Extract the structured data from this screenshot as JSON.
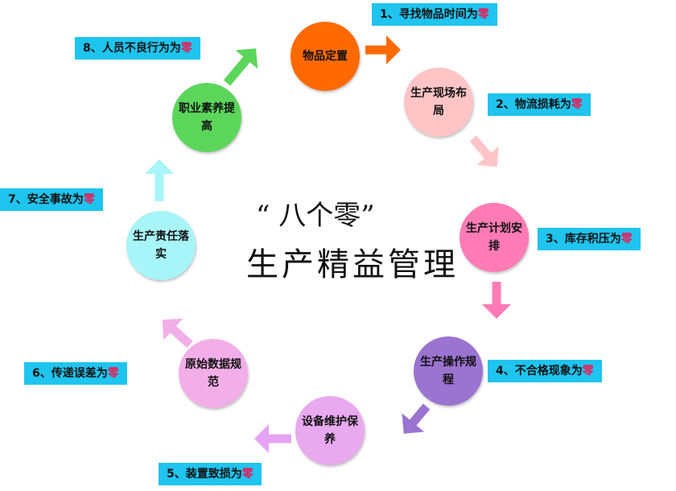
{
  "title": {
    "line1": "“ 八个零”",
    "line2": "生产精益管理"
  },
  "zero_char": "零",
  "nodes": [
    {
      "text": "物品定置",
      "color": "#ff6a00"
    },
    {
      "text": "生产现场布局",
      "color": "#ffc4c6"
    },
    {
      "text": "生产计划安排",
      "color": "#ff7bb5"
    },
    {
      "text": "生产操作规程",
      "color": "#9b73d0"
    },
    {
      "text": "设备维护保养",
      "color": "#e8a9ef"
    },
    {
      "text": "原始数据规范",
      "color": "#f2aee8"
    },
    {
      "text": "生产责任落实",
      "color": "#a7f5f8"
    },
    {
      "text": "职业素养提高",
      "color": "#5bd65b"
    }
  ],
  "labels": [
    {
      "prefix": "1、寻找物品时间为",
      "zero": "零"
    },
    {
      "prefix": "2、物流损耗为",
      "zero": "零"
    },
    {
      "prefix": "3、库存积压为",
      "zero": "零"
    },
    {
      "prefix": "4、不合格现象为",
      "zero": "零"
    },
    {
      "prefix": "5、装置致损为",
      "zero": "零"
    },
    {
      "prefix": "6、传递误差为",
      "zero": "零"
    },
    {
      "prefix": "7、安全事故为",
      "zero": "零"
    },
    {
      "prefix": "8、人员不良行为为",
      "zero": "零"
    }
  ],
  "arrow_colors": [
    "#ff6a00",
    "#ffc4c6",
    "#ff7bb5",
    "#9b73d0",
    "#e6a3f5",
    "#f2aee8",
    "#a7f5f8",
    "#5bd65b"
  ]
}
